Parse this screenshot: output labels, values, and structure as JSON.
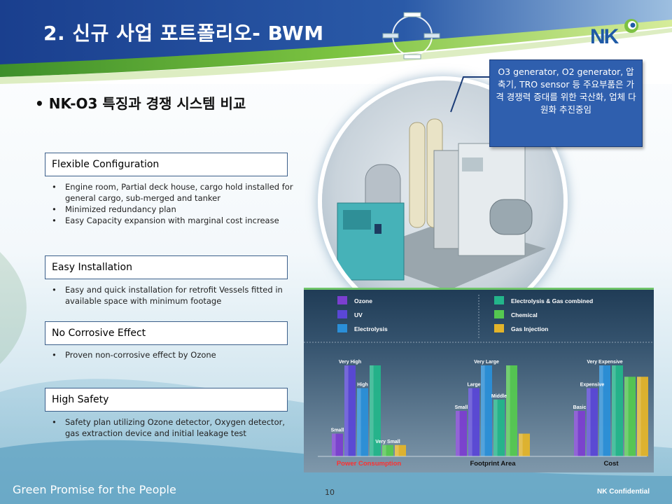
{
  "slide": {
    "title": "2. 신규 사업 포트폴리오- BWM",
    "logo_text": "NK",
    "bullet_heading": "• NK-O3 특징과 경쟁 시스템 비교",
    "callout": "O3 generator, O2 generator, 압축기, TRO sensor 등 주요부품은 가격 경쟁력 증대를 위한 국산화, 업체 다원화 추진중임",
    "features": [
      {
        "title": "Flexible Configuration",
        "items": [
          "Engine room, Partial deck house, cargo hold installed for general cargo, sub-merged and tanker",
          "Minimized redundancy plan",
          "Easy Capacity expansion with marginal cost increase"
        ]
      },
      {
        "title": "Easy Installation",
        "items": [
          "Easy and quick installation for retrofit Vessels fitted in available space with minimum footage"
        ]
      },
      {
        "title": "No Corrosive Effect",
        "items": [
          "Proven non-corrosive effect by Ozone"
        ]
      },
      {
        "title": "High Safety",
        "items": [
          "Safety plan utilizing Ozone detector, Oxygen detector, gas extraction device and initial leakage test"
        ]
      }
    ],
    "footer_tagline": "Green Promise for the People",
    "page_number": "10",
    "confidential": "NK Confidential"
  },
  "chart_data": {
    "type": "bar",
    "categories": [
      "Power Consumption",
      "Footprint Area",
      "Cost"
    ],
    "series": [
      {
        "name": "Ozone",
        "color": "#7b3fd0",
        "values": [
          1,
          2,
          2
        ]
      },
      {
        "name": "UV",
        "color": "#5a47d6",
        "values": [
          4,
          3,
          3
        ]
      },
      {
        "name": "Electrolysis",
        "color": "#2a8fd8",
        "values": [
          3,
          4,
          4
        ]
      },
      {
        "name": "Electrolysis & Gas combined",
        "color": "#23b58a",
        "values": [
          4,
          2.5,
          4
        ]
      },
      {
        "name": "Chemical",
        "color": "#55c850",
        "values": [
          0.5,
          4,
          3.5
        ]
      },
      {
        "name": "Gas Injection",
        "color": "#e3b42a",
        "values": [
          0.5,
          1,
          3.5
        ]
      }
    ],
    "data_labels": [
      {
        "category": 0,
        "series": 1,
        "text": "Very High"
      },
      {
        "category": 0,
        "series": 2,
        "text": "High"
      },
      {
        "category": 0,
        "series": 0,
        "text": "Small"
      },
      {
        "category": 0,
        "series": 4,
        "text": "Very Small"
      },
      {
        "category": 1,
        "series": 2,
        "text": "Very Large"
      },
      {
        "category": 1,
        "series": 1,
        "text": "Large"
      },
      {
        "category": 1,
        "series": 3,
        "text": "Middle"
      },
      {
        "category": 1,
        "series": 0,
        "text": "Small"
      },
      {
        "category": 2,
        "series": 2,
        "text": "Very Expensive"
      },
      {
        "category": 2,
        "series": 1,
        "text": "Expensive"
      },
      {
        "category": 2,
        "series": 0,
        "text": "Basic"
      }
    ],
    "legend_placement": "top",
    "ylim": [
      0,
      4
    ],
    "grid": false
  }
}
